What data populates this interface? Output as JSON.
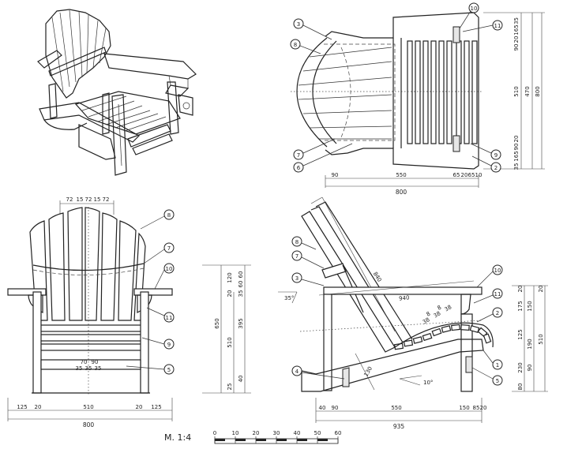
{
  "scale_label": "M. 1:4",
  "scale_bar": [
    "0",
    "10",
    "20",
    "30",
    "40",
    "50",
    "60"
  ],
  "angles": {
    "seat": "10°",
    "back": "35°"
  },
  "parts": [
    "1",
    "2",
    "3",
    "4",
    "5",
    "6",
    "7",
    "8",
    "9",
    "10",
    "11"
  ],
  "top_view": {
    "right_dims": [
      "35",
      "165",
      "20",
      "90",
      "510",
      "470",
      "800",
      "20",
      "90",
      "165",
      "35"
    ],
    "bottom_dims": [
      "90",
      "550",
      "65",
      "20",
      "65",
      "10"
    ],
    "total": "800"
  },
  "front_view": {
    "top_dims": [
      "72",
      "15",
      "72",
      "15",
      "72"
    ],
    "seat_dims": [
      "70",
      "90",
      "35",
      "35",
      "35"
    ],
    "bottom_dims": [
      "125",
      "20",
      "510",
      "20",
      "125"
    ],
    "total": "800"
  },
  "height_dims": [
    "650",
    "510",
    "395",
    "120",
    "60",
    "60",
    "20",
    "35",
    "25",
    "40"
  ],
  "side_view": {
    "back_len": "840",
    "arm_len": "940",
    "seat_depth": "130",
    "slat_dims": [
      "38",
      "8",
      "38",
      "8",
      "38"
    ],
    "right_dims": [
      "20",
      "20",
      "175",
      "150",
      "125",
      "190",
      "510",
      "230",
      "90",
      "80"
    ],
    "bottom_dims": [
      "40",
      "90",
      "550",
      "150",
      "85",
      "20"
    ],
    "total": "935"
  }
}
